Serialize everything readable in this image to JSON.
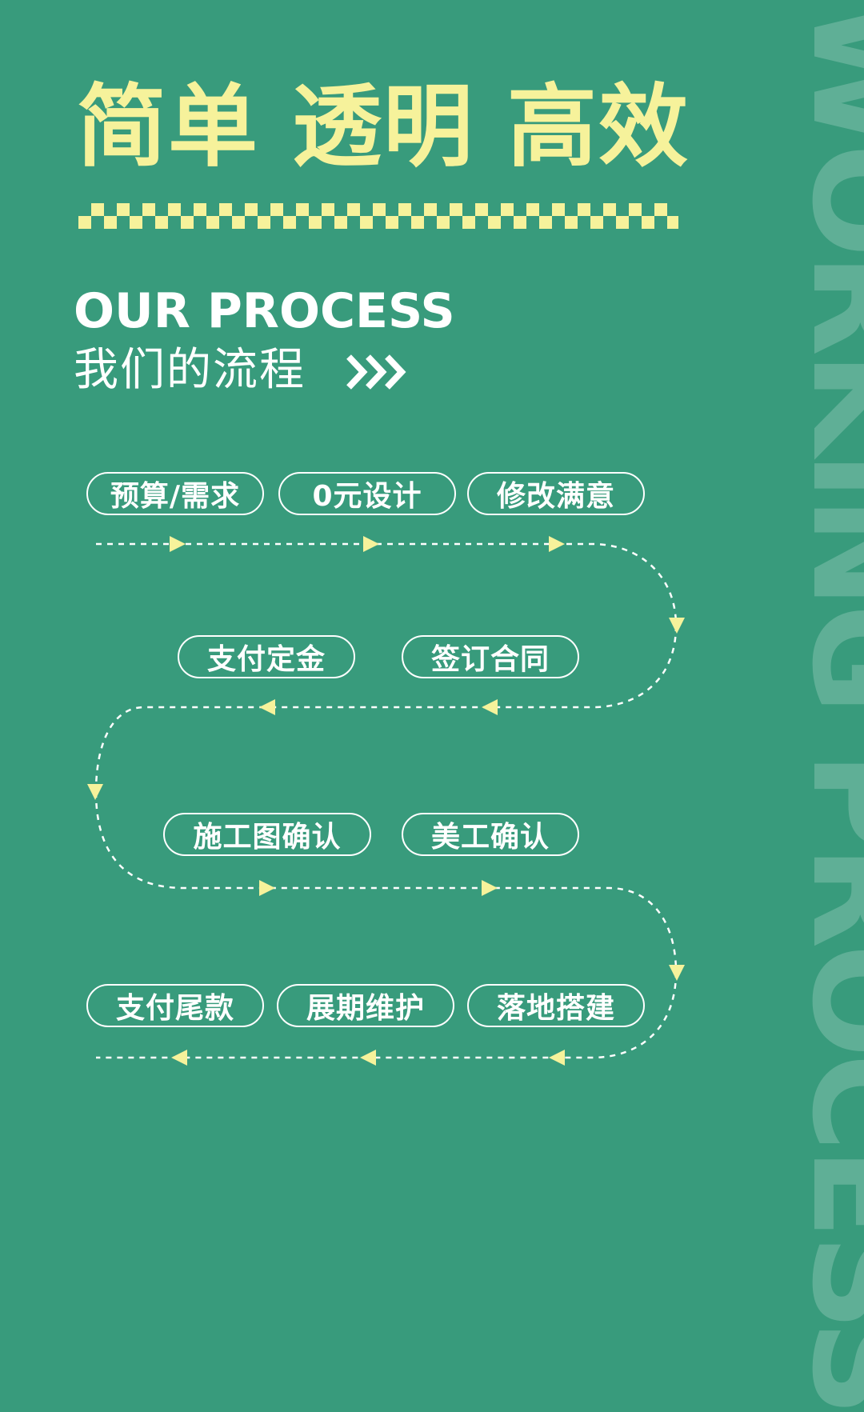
{
  "watermark_vertical": "WORKING PROCESS",
  "headline": "简单 透明 高效",
  "subtitle_en": "OUR PROCESS",
  "subtitle_cn": "我们的流程",
  "colors": {
    "background": "#389b7c",
    "accent_yellow": "#f6f29b",
    "text_white": "#ffffff"
  },
  "steps": [
    {
      "label": "预算/需求"
    },
    {
      "label": "0元设计"
    },
    {
      "label": "修改满意"
    },
    {
      "label": "签订合同"
    },
    {
      "label": "支付定金"
    },
    {
      "label": "施工图确认"
    },
    {
      "label": "美工确认"
    },
    {
      "label": "落地搭建"
    },
    {
      "label": "展期维护"
    },
    {
      "label": "支付尾款"
    }
  ],
  "icons": {
    "chevrons": "triple-chevron-right-icon",
    "arrow": "triangle-arrow-icon"
  }
}
